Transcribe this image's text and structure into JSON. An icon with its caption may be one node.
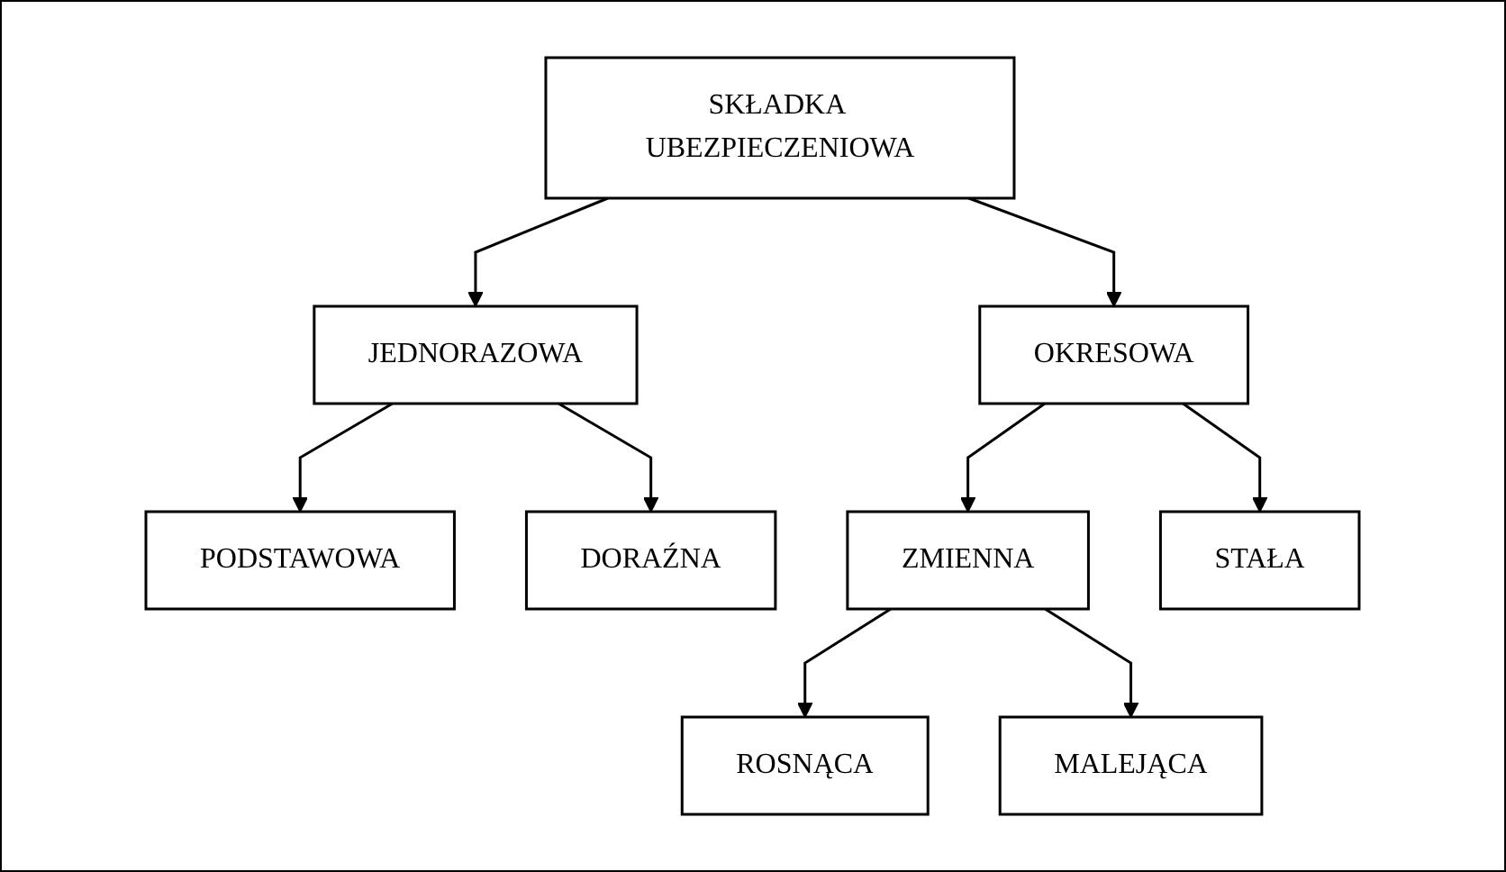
{
  "diagram": {
    "nodes": [
      {
        "text": [
          "SKŁADKA UBEZPIECZENIOWA"
        ]
      },
      {
        "text": [
          "JEDNORAZOWA"
        ]
      },
      {
        "text": [
          "OKRESOWA"
        ]
      },
      {
        "text": [
          "PODSTAWOWA"
        ]
      },
      {
        "text": [
          "DORAŹNA"
        ]
      },
      {
        "text": [
          "ZMIENNA"
        ]
      },
      {
        "text": [
          "STAŁA"
        ]
      },
      {
        "text": [
          "ROSNĄCA"
        ]
      },
      {
        "text": [
          "MALEJĄCA"
        ]
      }
    ],
    "edges": [
      {
        "from": 0,
        "to": 1,
        "arrow": "to"
      },
      {
        "from": 0,
        "to": 2,
        "arrow": "to"
      },
      {
        "from": 1,
        "to": 3,
        "arrow": "to"
      },
      {
        "from": 1,
        "to": 4,
        "arrow": "to"
      },
      {
        "from": 2,
        "to": 5,
        "arrow": "to"
      },
      {
        "from": 2,
        "to": 6,
        "arrow": "to"
      },
      {
        "from": 5,
        "to": 7,
        "arrow": "to"
      },
      {
        "from": 5,
        "to": 8,
        "arrow": "to"
      }
    ]
  }
}
